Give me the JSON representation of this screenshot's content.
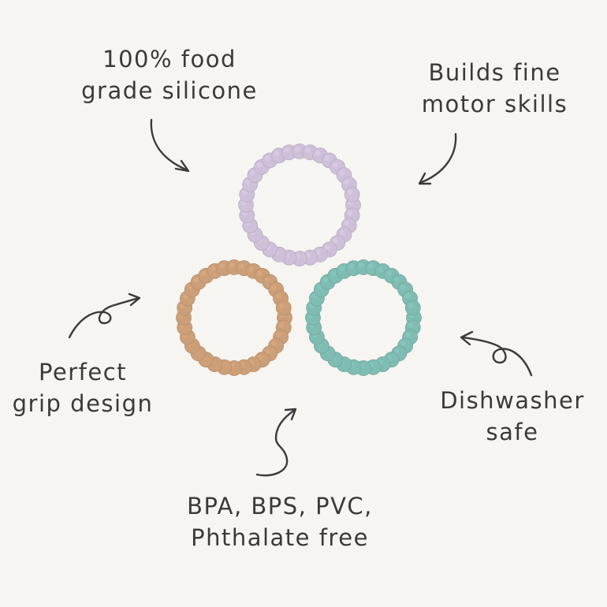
{
  "colors": {
    "background": "#f7f5f2",
    "text": "#3a3a3a",
    "ring_lilac": "#cdc0d8",
    "ring_tan": "#cc9f78",
    "ring_teal": "#7fbcb2"
  },
  "labels": {
    "food_grade": [
      "100% food",
      "grade silicone"
    ],
    "motor_skills": [
      "Builds fine",
      "motor skills"
    ],
    "grip": [
      "Perfect",
      "grip design"
    ],
    "dishwasher": [
      "Dishwasher",
      "safe"
    ],
    "bpa_free": [
      "BPA, BPS, PVC,",
      "Phthalate free"
    ]
  },
  "icons": {
    "arrow": "hand-drawn-arrow-icon",
    "ring": "bead-ring"
  }
}
